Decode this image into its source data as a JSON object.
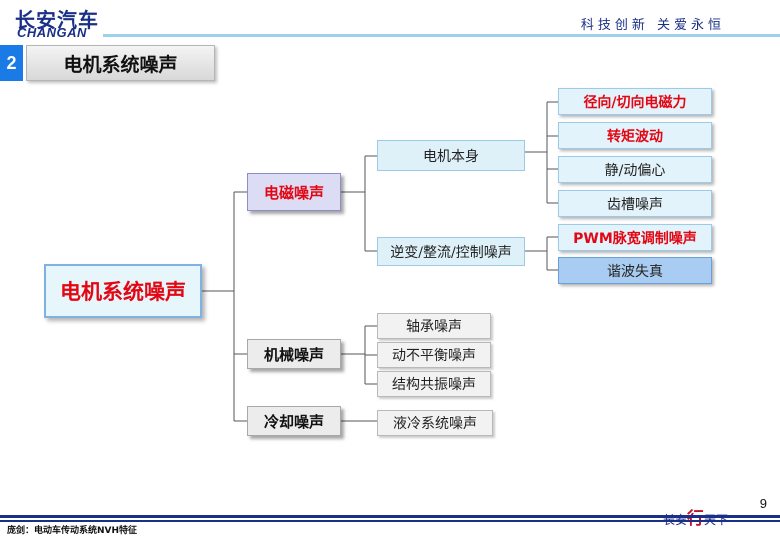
{
  "header": {
    "logo_cn": "长安汽车",
    "logo_en": "CHANGAN",
    "slogan": "科技创新 关爱永恒"
  },
  "section": {
    "number": "2",
    "title": "电机系统噪声"
  },
  "diagram": {
    "root": "电机系统噪声",
    "categories": [
      {
        "label": "电磁噪声"
      },
      {
        "label": "机械噪声"
      },
      {
        "label": "冷却噪声"
      }
    ],
    "em_subs": [
      "电机本身",
      "逆变/整流/控制噪声"
    ],
    "em_leaves": [
      "径向/切向电磁力",
      "转矩波动",
      "静/动偏心",
      "齿槽噪声",
      "PWM脉宽调制噪声",
      "谐波失真"
    ],
    "mech_subs": [
      "轴承噪声",
      "动不平衡噪声",
      "结构共振噪声"
    ],
    "cool_subs": [
      "液冷系统噪声"
    ]
  },
  "footer": {
    "page_number": "9",
    "caption": "庞剑：电动车传动系统NVH特征",
    "logo_text_left": "长安",
    "logo_text_mid": "行",
    "logo_text_right": "天下"
  }
}
